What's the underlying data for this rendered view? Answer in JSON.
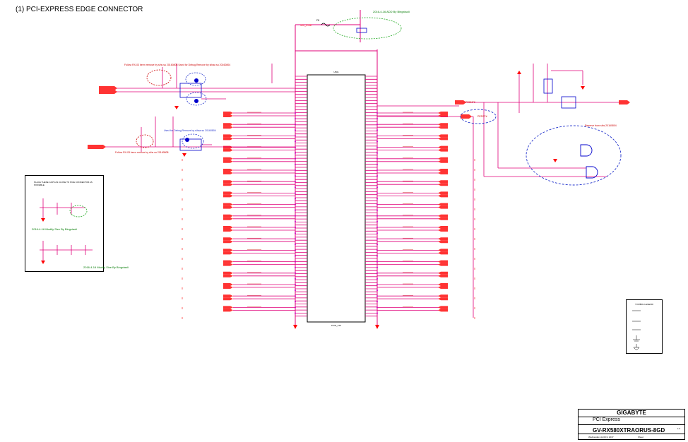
{
  "sheet": {
    "title": "(1) PCI-EXPRESS EDGE CONNECTOR"
  },
  "annotations": {
    "green_top": "2016-4-16 ADD By Bingxiaoli",
    "green_note1": "2016-4-16 Modify Size By Bingxiaoli",
    "green_note2": "2016-4-16 Modify Size By Bingxiaoli",
    "red_top": "Follow RX-03 been remove by sihs su 20160808 Used for Debug,Remove by sihaa su 20160804",
    "blue_mid": "Used for Debug,Remove by sihaa su 20160804",
    "red_mid": "Follow RX-03 been remove by sihs su 20160808",
    "red_right": "Reserve from sihs 20160804",
    "place_caps": "PLACE THESE CAPS AS CLOSE TO PCIE CONNECTOR AS POSSIBLE",
    "fuse_ref": "F8",
    "fuse_label": "12V_PCIE",
    "pcie_right_label": "PRSNT2",
    "perst_label": "PERST#"
  },
  "connector": {
    "top_label": "U501",
    "bottom_label": "PCIE_X16"
  },
  "legend": {
    "title": "SYMBOL LEGEND"
  },
  "title_block": {
    "company": "GIGABYTE",
    "title": "PCI Express",
    "document_number": "GV-RX580XTRAORUS-8GD",
    "rev": "1.0",
    "date": "Wednesday, April 19, 2017",
    "sheet": "Sheet"
  },
  "colors": {
    "wire": "#e0007a",
    "wire_red": "#ff0000",
    "net_blue": "#0000cc",
    "dashed_red": "#cc0000",
    "dashed_blue": "#2233cc",
    "dashed_green": "#22aa22",
    "ground": "#ff0000"
  }
}
